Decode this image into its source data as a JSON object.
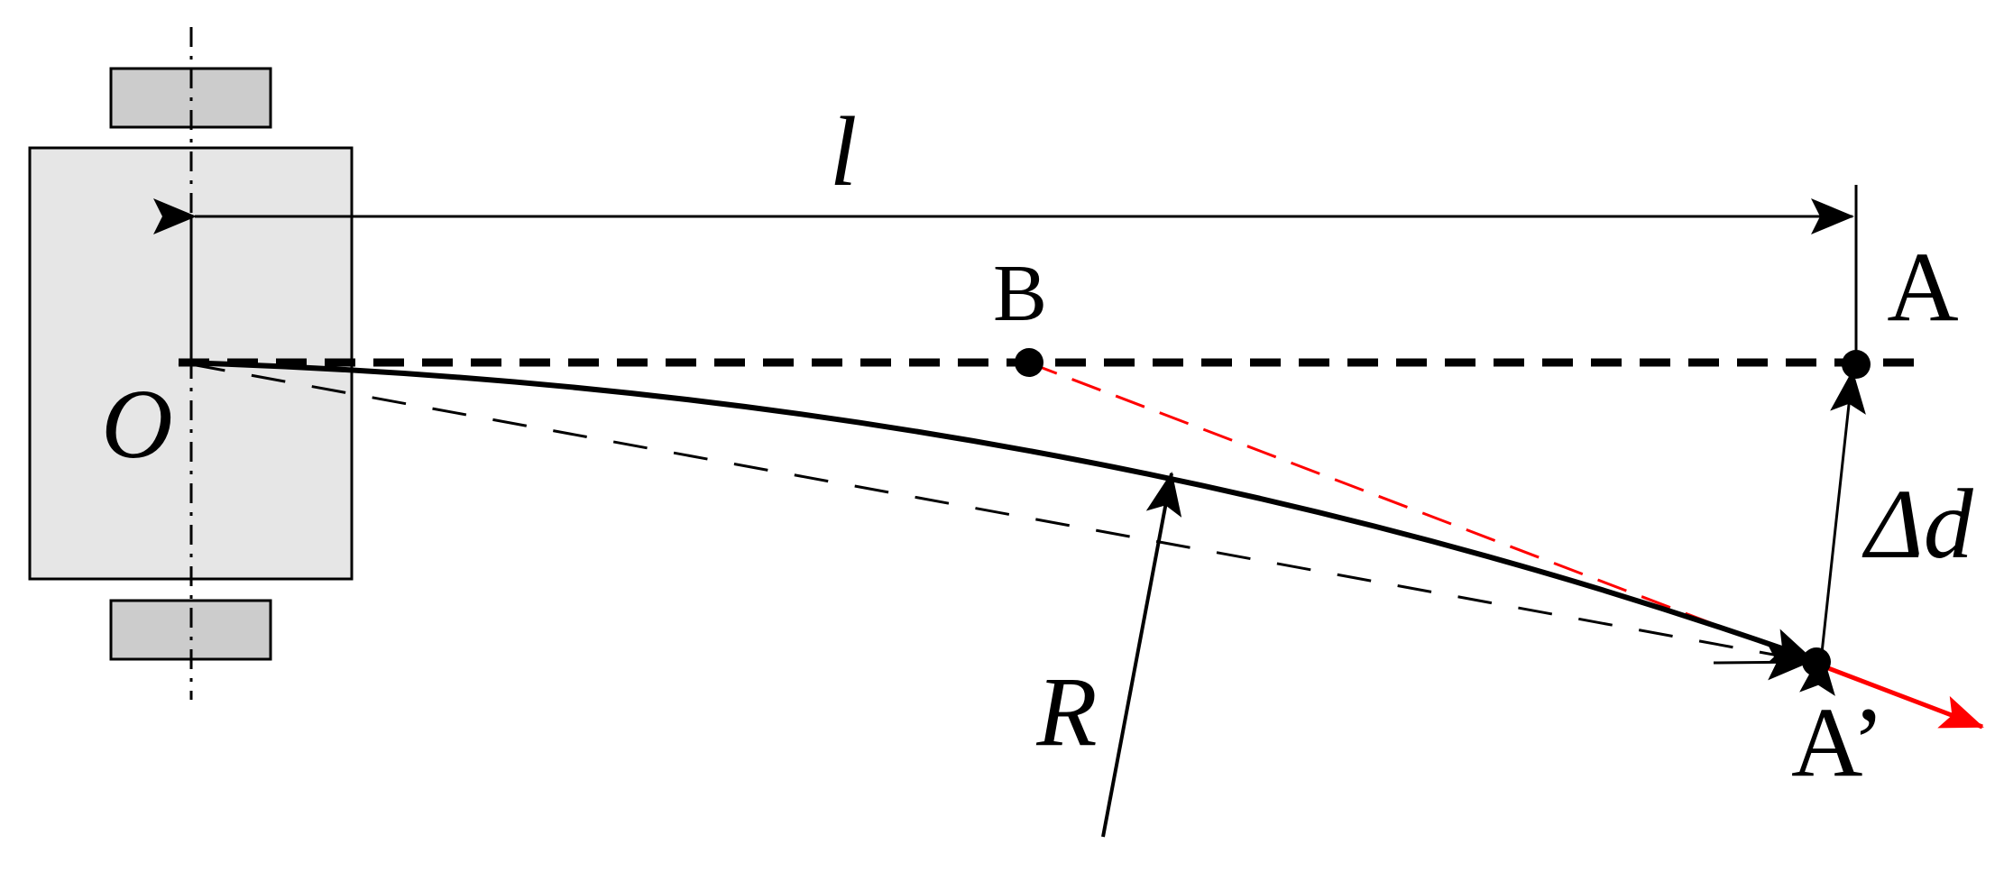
{
  "labels": {
    "length": "l",
    "point_b": "B",
    "point_a": "A",
    "origin": "O",
    "delta_d": "Δd",
    "radius": "R",
    "point_a_prime": "A’"
  },
  "colors": {
    "ink": "#000000",
    "tangent_red": "#ff0000",
    "housing_fill": "#e6e6e6",
    "bearing_fill": "#cccccc"
  }
}
